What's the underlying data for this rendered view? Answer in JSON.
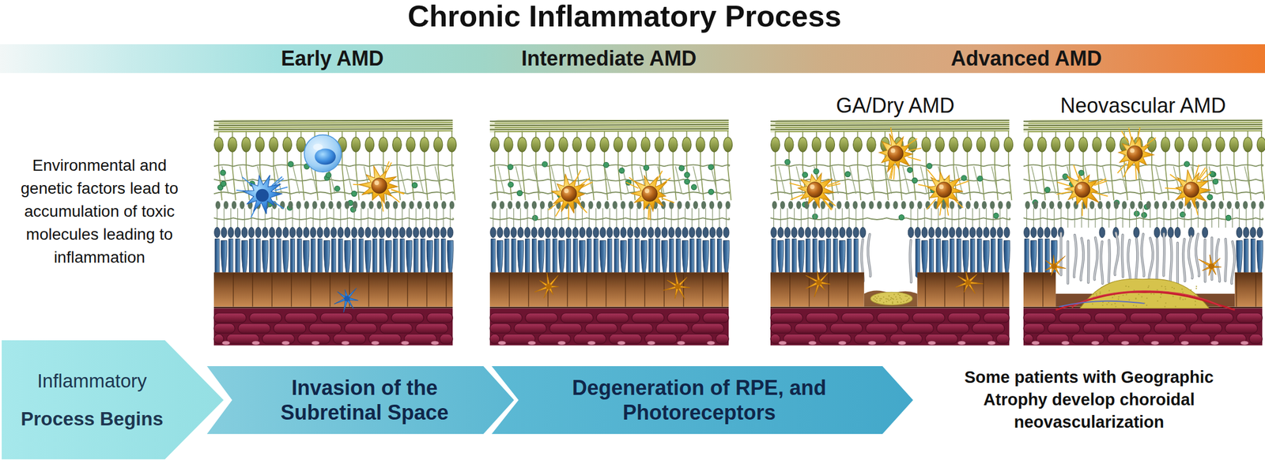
{
  "diagram": {
    "title": "Chronic Inflammatory Process",
    "nodes": [
      {
        "text": [
          "Early AMD",
          "Intermediate AMD",
          "Advanced AMD"
        ]
      },
      {
        "text": [
          "Inflammatory",
          "Process Begins"
        ]
      },
      {
        "text": [
          "Invasion of the Subretinal Space"
        ]
      },
      {
        "text": [
          "Degeneration of RPE, and Photoreceptors"
        ]
      }
    ],
    "labels": [
      "GA/Dry AMD",
      "Neovascular AMD",
      "Environmental and genetic factors lead to accumulation of toxic molecules leading to inflammation",
      "Some patients with Geographic Atrophy develop choroidal neovascularization"
    ]
  }
}
